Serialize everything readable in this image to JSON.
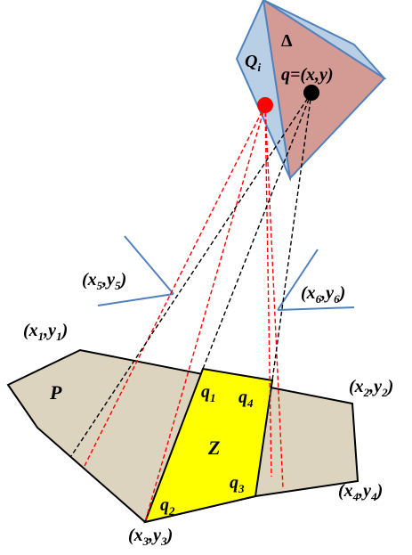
{
  "labels": {
    "q_i": "Q",
    "q_i_sub": "i",
    "delta": "Δ",
    "q_point": "q=(x,y)",
    "x5y5": [
      "(x",
      "5",
      ",y",
      "5",
      ")"
    ],
    "x6y6": [
      "(x",
      "6",
      ",y",
      "6",
      ")"
    ],
    "x1y1": [
      "(x",
      "1",
      ",y",
      "1",
      ")"
    ],
    "x2y2": [
      "(x",
      "2",
      ",y",
      "2",
      ")"
    ],
    "x3y3": [
      "(x",
      "3",
      ",y",
      "3",
      ")"
    ],
    "x4y4": [
      "(x",
      "4",
      ",y",
      "4",
      ")"
    ],
    "P": "P",
    "Z": "Z",
    "q1": [
      "q",
      "1"
    ],
    "q2": [
      "q",
      "2"
    ],
    "q3": [
      "q",
      "3"
    ],
    "q4": [
      "q",
      "4"
    ]
  },
  "colors": {
    "polygon_fill": "#ddd4bf",
    "region_z_fill": "#ffff00",
    "triangle_fill": "#d49a94",
    "side_fill": "#b9cfe6",
    "outline_blue": "#4f81bd",
    "red_point": "#ff0000",
    "black_point": "#000000",
    "dashed_red": "#ff0000",
    "dashed_black": "#000000"
  }
}
